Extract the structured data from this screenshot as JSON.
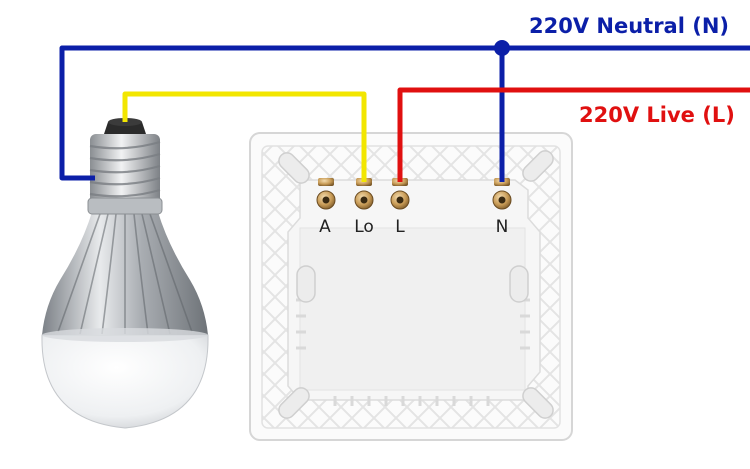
{
  "wires": {
    "neutral": {
      "label": "220V Neutral (N)",
      "color": "#0b1fa8"
    },
    "live": {
      "label": "220V Live (L)",
      "color": "#e01010"
    },
    "switched": {
      "color": "#f2e600"
    }
  },
  "switch": {
    "terminals": [
      "A",
      "Lo",
      "L",
      "N"
    ]
  },
  "bulb": {
    "icon": "led-bulb-icon"
  }
}
